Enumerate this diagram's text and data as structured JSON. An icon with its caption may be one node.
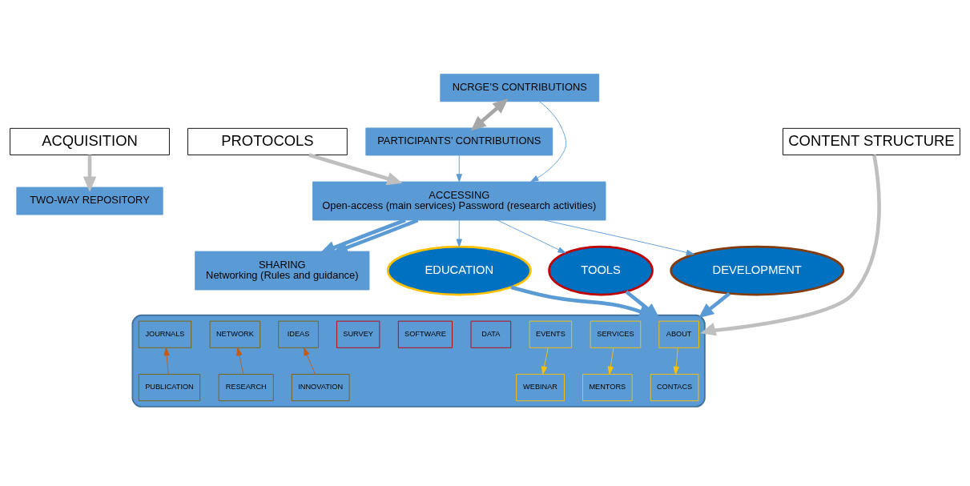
{
  "diagram": {
    "nodes": [
      {
        "text": [
          "ACQUISITION"
        ]
      },
      {
        "text": [
          "PROTOCOLS"
        ]
      },
      {
        "text": [
          "CONTENT STRUCTURE"
        ]
      },
      {
        "text": [
          "TWO-WAY REPOSITORY"
        ]
      },
      {
        "text": [
          "NCRGE’S CONTRIBUTIONS"
        ]
      },
      {
        "text": [
          "PARTICIPANTS’ CONTRIBUTIONS"
        ]
      },
      {
        "text": [
          "ACCESSING",
          "Open-access (main services) Password (research activities)"
        ]
      },
      {
        "text": [
          "SHARING",
          "Networking (Rules and guidance)"
        ]
      },
      {
        "text": [
          "EDUCATION"
        ]
      },
      {
        "text": [
          "TOOLS"
        ]
      },
      {
        "text": [
          "DEVELOPMENT"
        ]
      },
      {
        "text": [],
        "shape": "box"
      },
      {
        "text": [
          "ABOUT"
        ],
        "in": 11
      },
      {
        "text": [
          "SERVICES"
        ],
        "in": 11
      },
      {
        "text": [
          "EVENTS"
        ],
        "in": 11
      },
      {
        "text": [
          "CONTACS"
        ],
        "in": 11
      },
      {
        "text": [
          "MENTORS"
        ],
        "in": 11
      },
      {
        "text": [
          "WEBINAR"
        ],
        "in": 11
      },
      {
        "text": [
          "DATA"
        ],
        "in": 11
      },
      {
        "text": [
          "SOFTWARE"
        ],
        "in": 11
      },
      {
        "text": [
          "SURVEY"
        ],
        "in": 11
      },
      {
        "text": [
          "IDEAS"
        ],
        "in": 11
      },
      {
        "text": [
          "NETWORK"
        ],
        "in": 11
      },
      {
        "text": [
          "JOURNALS"
        ],
        "in": 11
      },
      {
        "text": [
          "INNOVATION"
        ],
        "in": 11
      },
      {
        "text": [
          "RESEARCH"
        ],
        "in": 11
      },
      {
        "text": [
          "PUBLICATION"
        ],
        "in": 11
      }
    ],
    "edges": [
      {
        "from": 0,
        "to": 3,
        "arrow": "to",
        "style": "thick",
        "color": "#bfbfbf"
      },
      {
        "from": 1,
        "to": 6,
        "arrow": "to",
        "style": "thick",
        "color": "#bfbfbf"
      },
      {
        "from": 2,
        "to": 11,
        "arrow": "to",
        "style": "thick",
        "color": "#bfbfbf"
      },
      {
        "from": 4,
        "to": 5,
        "arrow": "both",
        "style": "thick",
        "color": "#a6a6a6"
      },
      {
        "from": 4,
        "to": 6,
        "arrow": "to"
      },
      {
        "from": 5,
        "to": 6,
        "arrow": "to"
      },
      {
        "from": 6,
        "to": 7,
        "arrow": "to",
        "style": "thick"
      },
      {
        "from": 6,
        "to": 7,
        "arrow": "to",
        "style": "thick"
      },
      {
        "from": 6,
        "to": 8,
        "arrow": "to"
      },
      {
        "from": 6,
        "to": 9,
        "arrow": "to"
      },
      {
        "from": 6,
        "to": 10,
        "arrow": "to"
      },
      {
        "from": 8,
        "to": 11,
        "arrow": "to",
        "style": "thick"
      },
      {
        "from": 9,
        "to": 11,
        "arrow": "to",
        "style": "thick"
      },
      {
        "from": 10,
        "to": 11,
        "arrow": "to",
        "style": "thick"
      },
      {
        "from": 12,
        "to": 15,
        "arrow": "to",
        "color": "#ffc000"
      },
      {
        "from": 13,
        "to": 16,
        "arrow": "to",
        "color": "#ffc000"
      },
      {
        "from": 14,
        "to": 17,
        "arrow": "to",
        "color": "#ffc000"
      },
      {
        "from": 24,
        "to": 21,
        "arrow": "to",
        "color": "#c55a11"
      },
      {
        "from": 25,
        "to": 22,
        "arrow": "to",
        "color": "#c55a11"
      },
      {
        "from": 26,
        "to": 23,
        "arrow": "to",
        "color": "#c55a11"
      }
    ]
  }
}
